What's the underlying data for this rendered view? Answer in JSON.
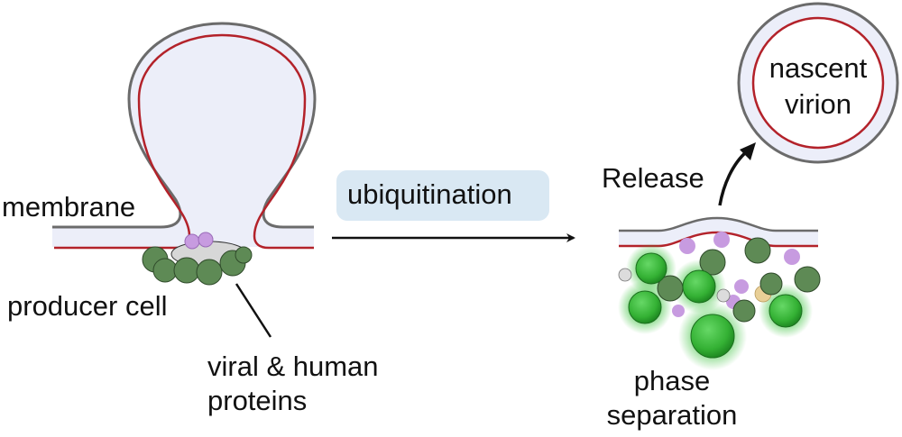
{
  "labels": {
    "membrane": "membrane",
    "producer_cell": "producer cell",
    "viral_human_proteins_line1": "viral & human",
    "viral_human_proteins_line2": "proteins",
    "process": "ubiquitination",
    "release": "Release",
    "virion_line1": "nascent",
    "virion_line2": "virion",
    "phase_line1": "phase",
    "phase_line2": "separation"
  },
  "colors": {
    "membrane_outer": "#6b6b6b",
    "membrane_inner": "#b3222a",
    "membrane_fill": "#eceef9",
    "protein_green": "#5e8a55",
    "protein_purple": "#c79be0",
    "protein_gray": "#d7d7d7",
    "protein_tan": "#e8cf97",
    "condensate_green": "#3dbb3a",
    "pill_bg": "#d9e8f3",
    "arrow": "#111111"
  }
}
